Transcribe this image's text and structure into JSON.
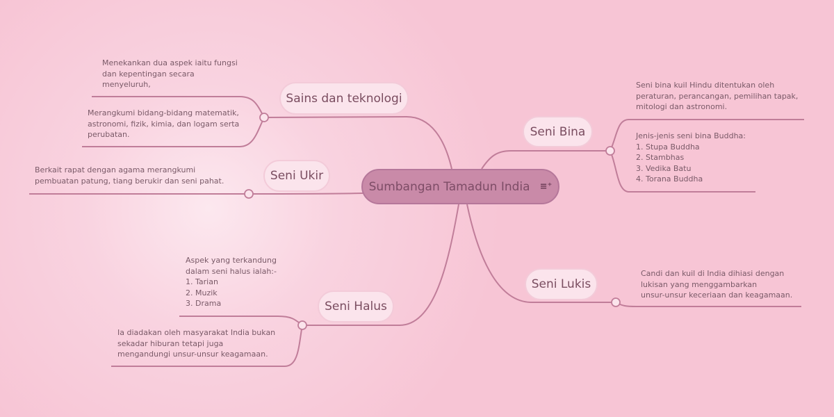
{
  "central": {
    "label": "Sumbangan Tamadun India",
    "icon": "notes-icon"
  },
  "branches": {
    "sains": {
      "label": "Sains dan teknologi",
      "notes": [
        "Menekankan dua aspek iaitu fungsi\ndan kepentingan secara\nmenyeluruh,",
        "Merangkumi bidang-bidang matematik,\nastronomi, fizik, kimia, dan logam serta\nperubatan."
      ]
    },
    "ukir": {
      "label": "Seni Ukir",
      "notes": [
        "Berkait rapat dengan agama merangkumi\npembuatan patung, tiang berukir dan seni pahat."
      ]
    },
    "halus": {
      "label": "Seni Halus",
      "notes": [
        "Aspek yang terkandung\ndalam seni halus ialah:-\n1. Tarian\n2. Muzik\n3. Drama",
        "Ia diadakan oleh masyarakat India bukan\nsekadar hiburan tetapi juga\nmengandungi unsur-unsur keagamaan."
      ]
    },
    "bina": {
      "label": "Seni Bina",
      "notes": [
        "Seni bina kuil Hindu ditentukan oleh\nperaturan, perancangan, pemilihan tapak,\nmitologi dan astronomi.",
        "Jenis-jenis seni bina Buddha:\n1. Stupa Buddha\n2. Stambhas\n3. Vedika Batu\n4. Torana Buddha"
      ]
    },
    "lukis": {
      "label": "Seni Lukis",
      "notes": [
        "Candi dan kuil di India dihiasi dengan\nlukisan yang menggambarkan\nunsur-unsur keceriaan dan keagamaan."
      ]
    }
  },
  "colors": {
    "background": "#f7c5d5",
    "central": "#c98aa8",
    "node": "#fbe4ec",
    "line": "#c07d99"
  }
}
